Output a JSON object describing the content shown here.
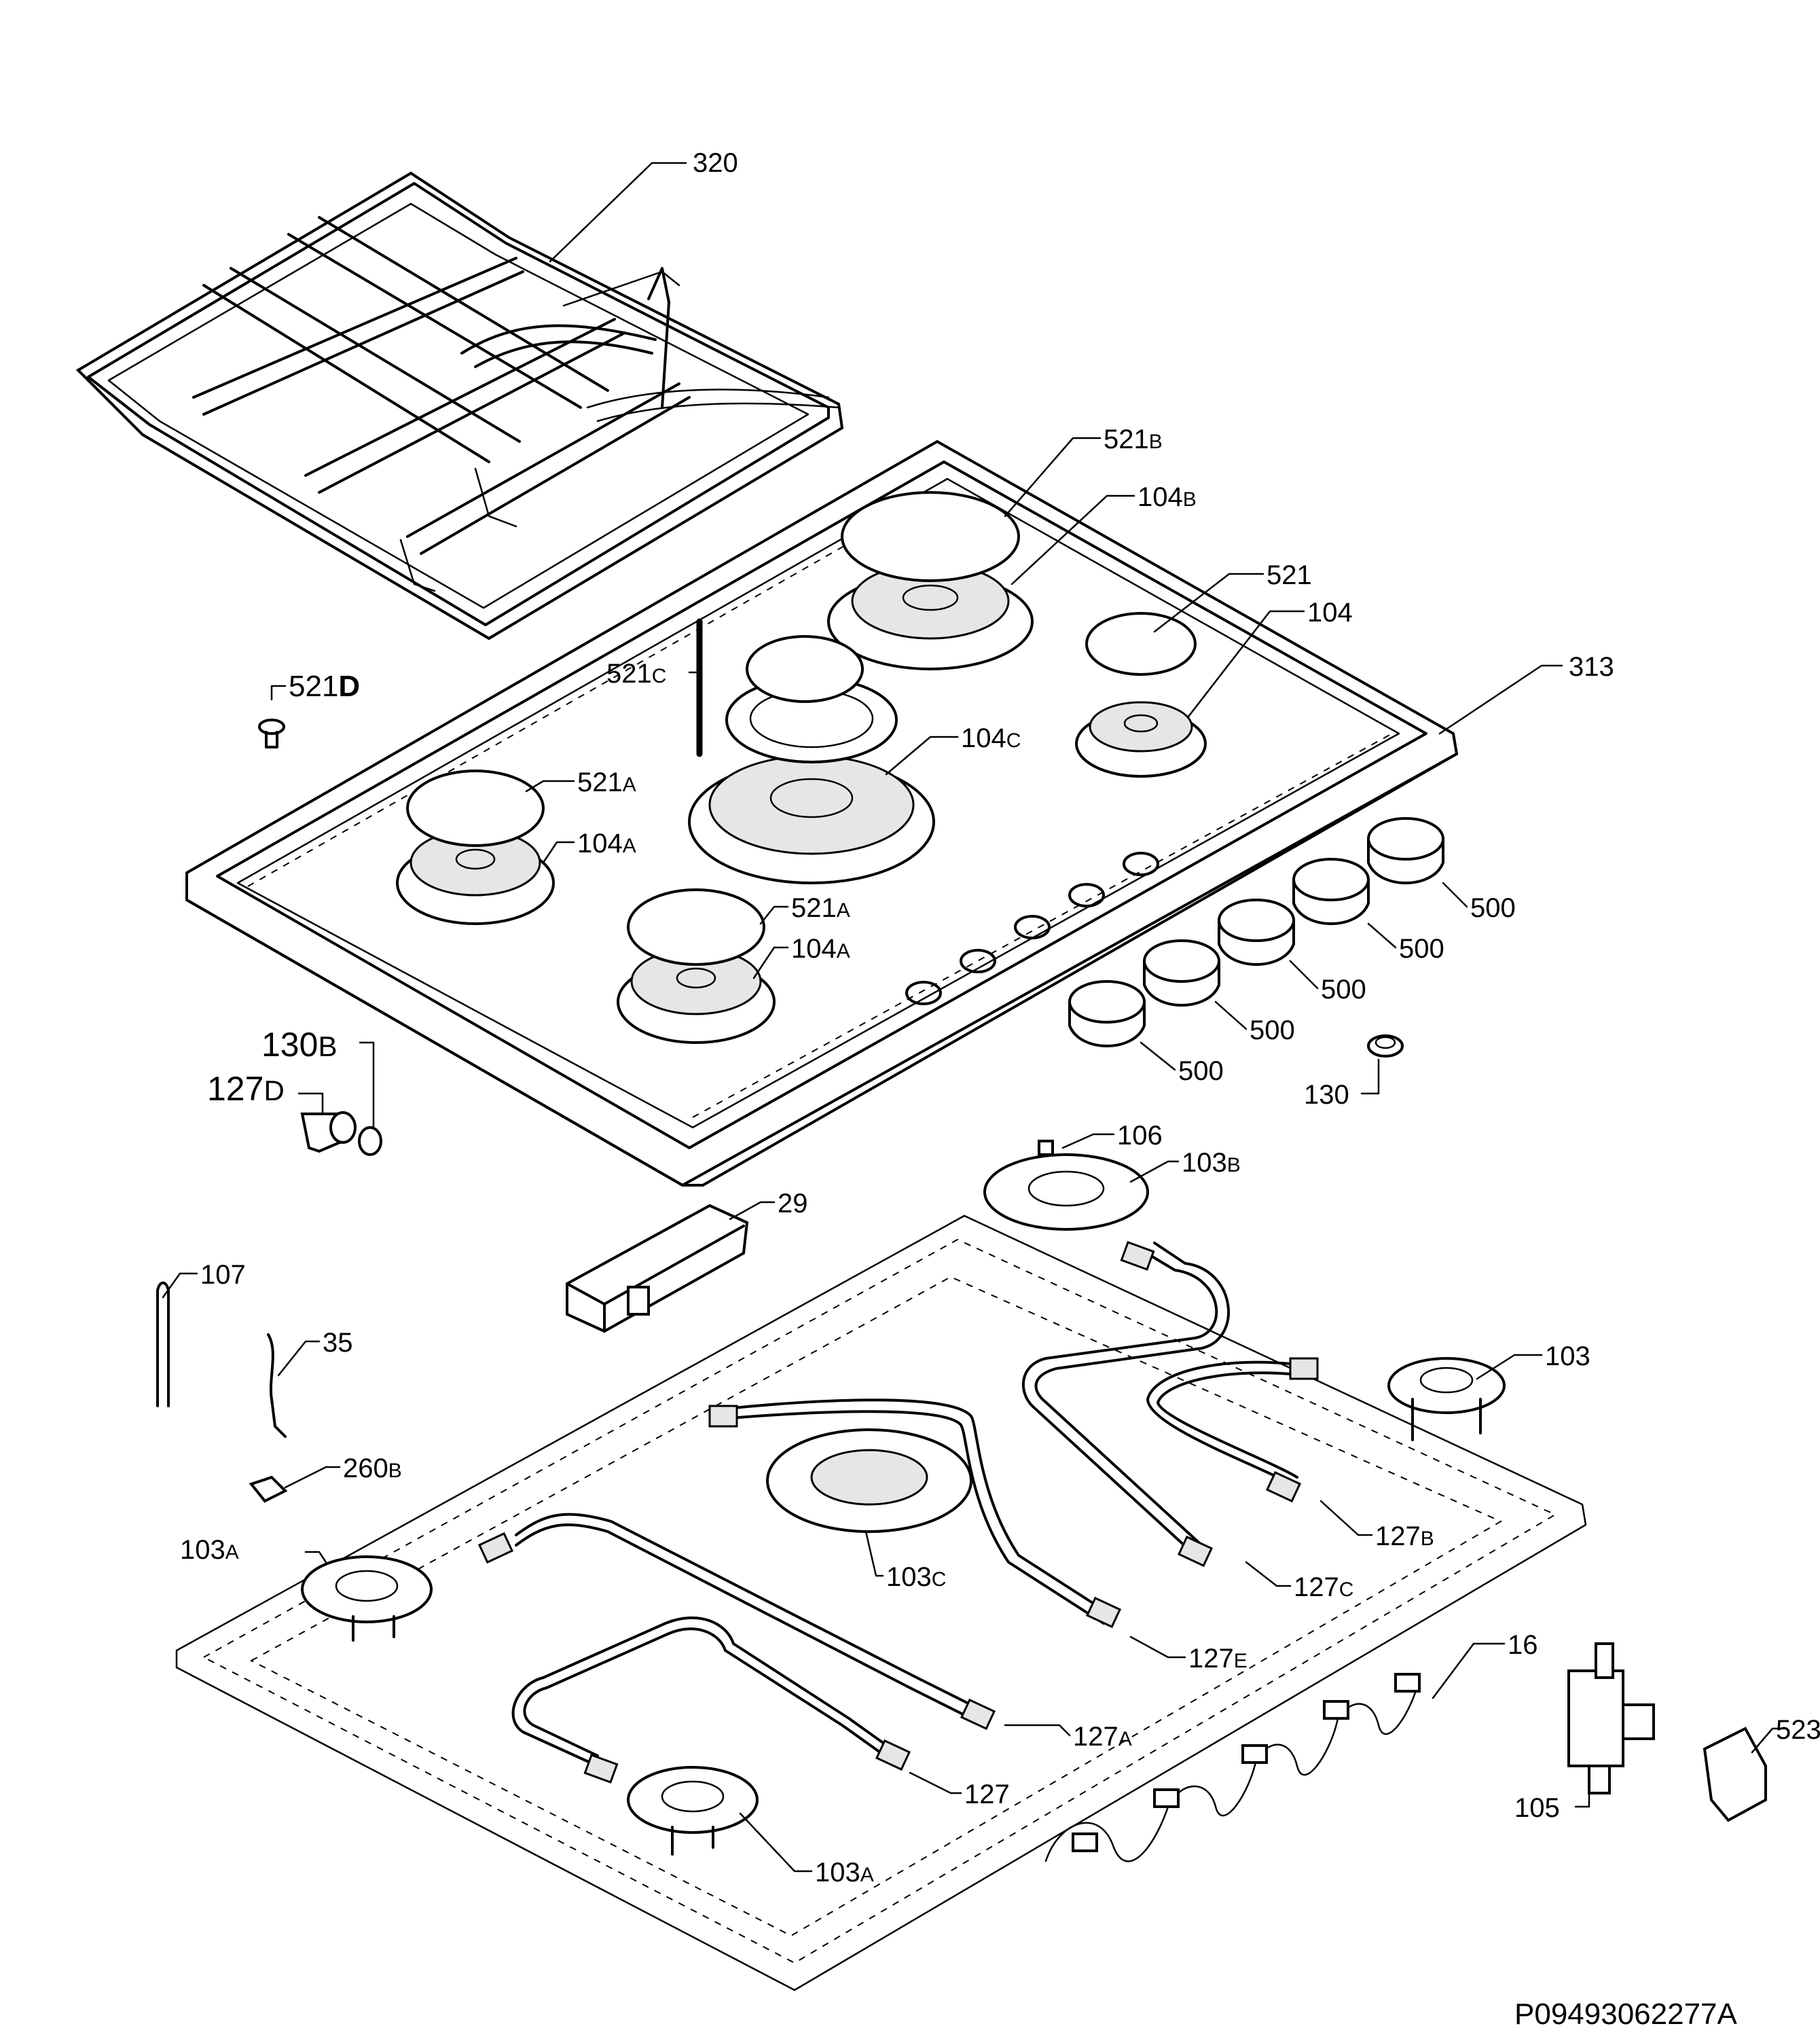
{
  "diagram": {
    "drawing_code": "P09493062277A",
    "labels": {
      "l320": {
        "num": "320",
        "suf": ""
      },
      "l521b": {
        "num": "521",
        "suf": "B"
      },
      "l104b": {
        "num": "104",
        "suf": "B"
      },
      "l521": {
        "num": "521",
        "suf": ""
      },
      "l104": {
        "num": "104",
        "suf": ""
      },
      "l313": {
        "num": "313",
        "suf": ""
      },
      "l521c": {
        "num": "521",
        "suf": "C"
      },
      "l104c": {
        "num": "104",
        "suf": "C"
      },
      "l521d": {
        "num": "521",
        "suf": "D"
      },
      "l521a1": {
        "num": "521",
        "suf": "A"
      },
      "l104a1": {
        "num": "104",
        "suf": "A"
      },
      "l521a2": {
        "num": "521",
        "suf": "A"
      },
      "l104a2": {
        "num": "104",
        "suf": "A"
      },
      "l500a": {
        "num": "500",
        "suf": ""
      },
      "l500b": {
        "num": "500",
        "suf": ""
      },
      "l500c": {
        "num": "500",
        "suf": ""
      },
      "l500d": {
        "num": "500",
        "suf": ""
      },
      "l500e": {
        "num": "500",
        "suf": ""
      },
      "l130": {
        "num": "130",
        "suf": ""
      },
      "l130b": {
        "num": "130",
        "suf": "B"
      },
      "l127d": {
        "num": "127",
        "suf": "D"
      },
      "l106": {
        "num": "106",
        "suf": ""
      },
      "l103b": {
        "num": "103",
        "suf": "B"
      },
      "l29": {
        "num": "29",
        "suf": ""
      },
      "l107": {
        "num": "107",
        "suf": ""
      },
      "l35": {
        "num": "35",
        "suf": ""
      },
      "l103": {
        "num": "103",
        "suf": ""
      },
      "l260b": {
        "num": "260",
        "suf": "B"
      },
      "l127b": {
        "num": "127",
        "suf": "B"
      },
      "l103a1": {
        "num": "103",
        "suf": "A"
      },
      "l103c": {
        "num": "103",
        "suf": "C"
      },
      "l127c": {
        "num": "127",
        "suf": "C"
      },
      "l127e": {
        "num": "127",
        "suf": "E"
      },
      "l16": {
        "num": "16",
        "suf": ""
      },
      "l127a": {
        "num": "127",
        "suf": "A"
      },
      "l523": {
        "num": "523",
        "suf": ""
      },
      "l127": {
        "num": "127",
        "suf": ""
      },
      "l105": {
        "num": "105",
        "suf": ""
      },
      "l103a2": {
        "num": "103",
        "suf": "A"
      }
    }
  }
}
